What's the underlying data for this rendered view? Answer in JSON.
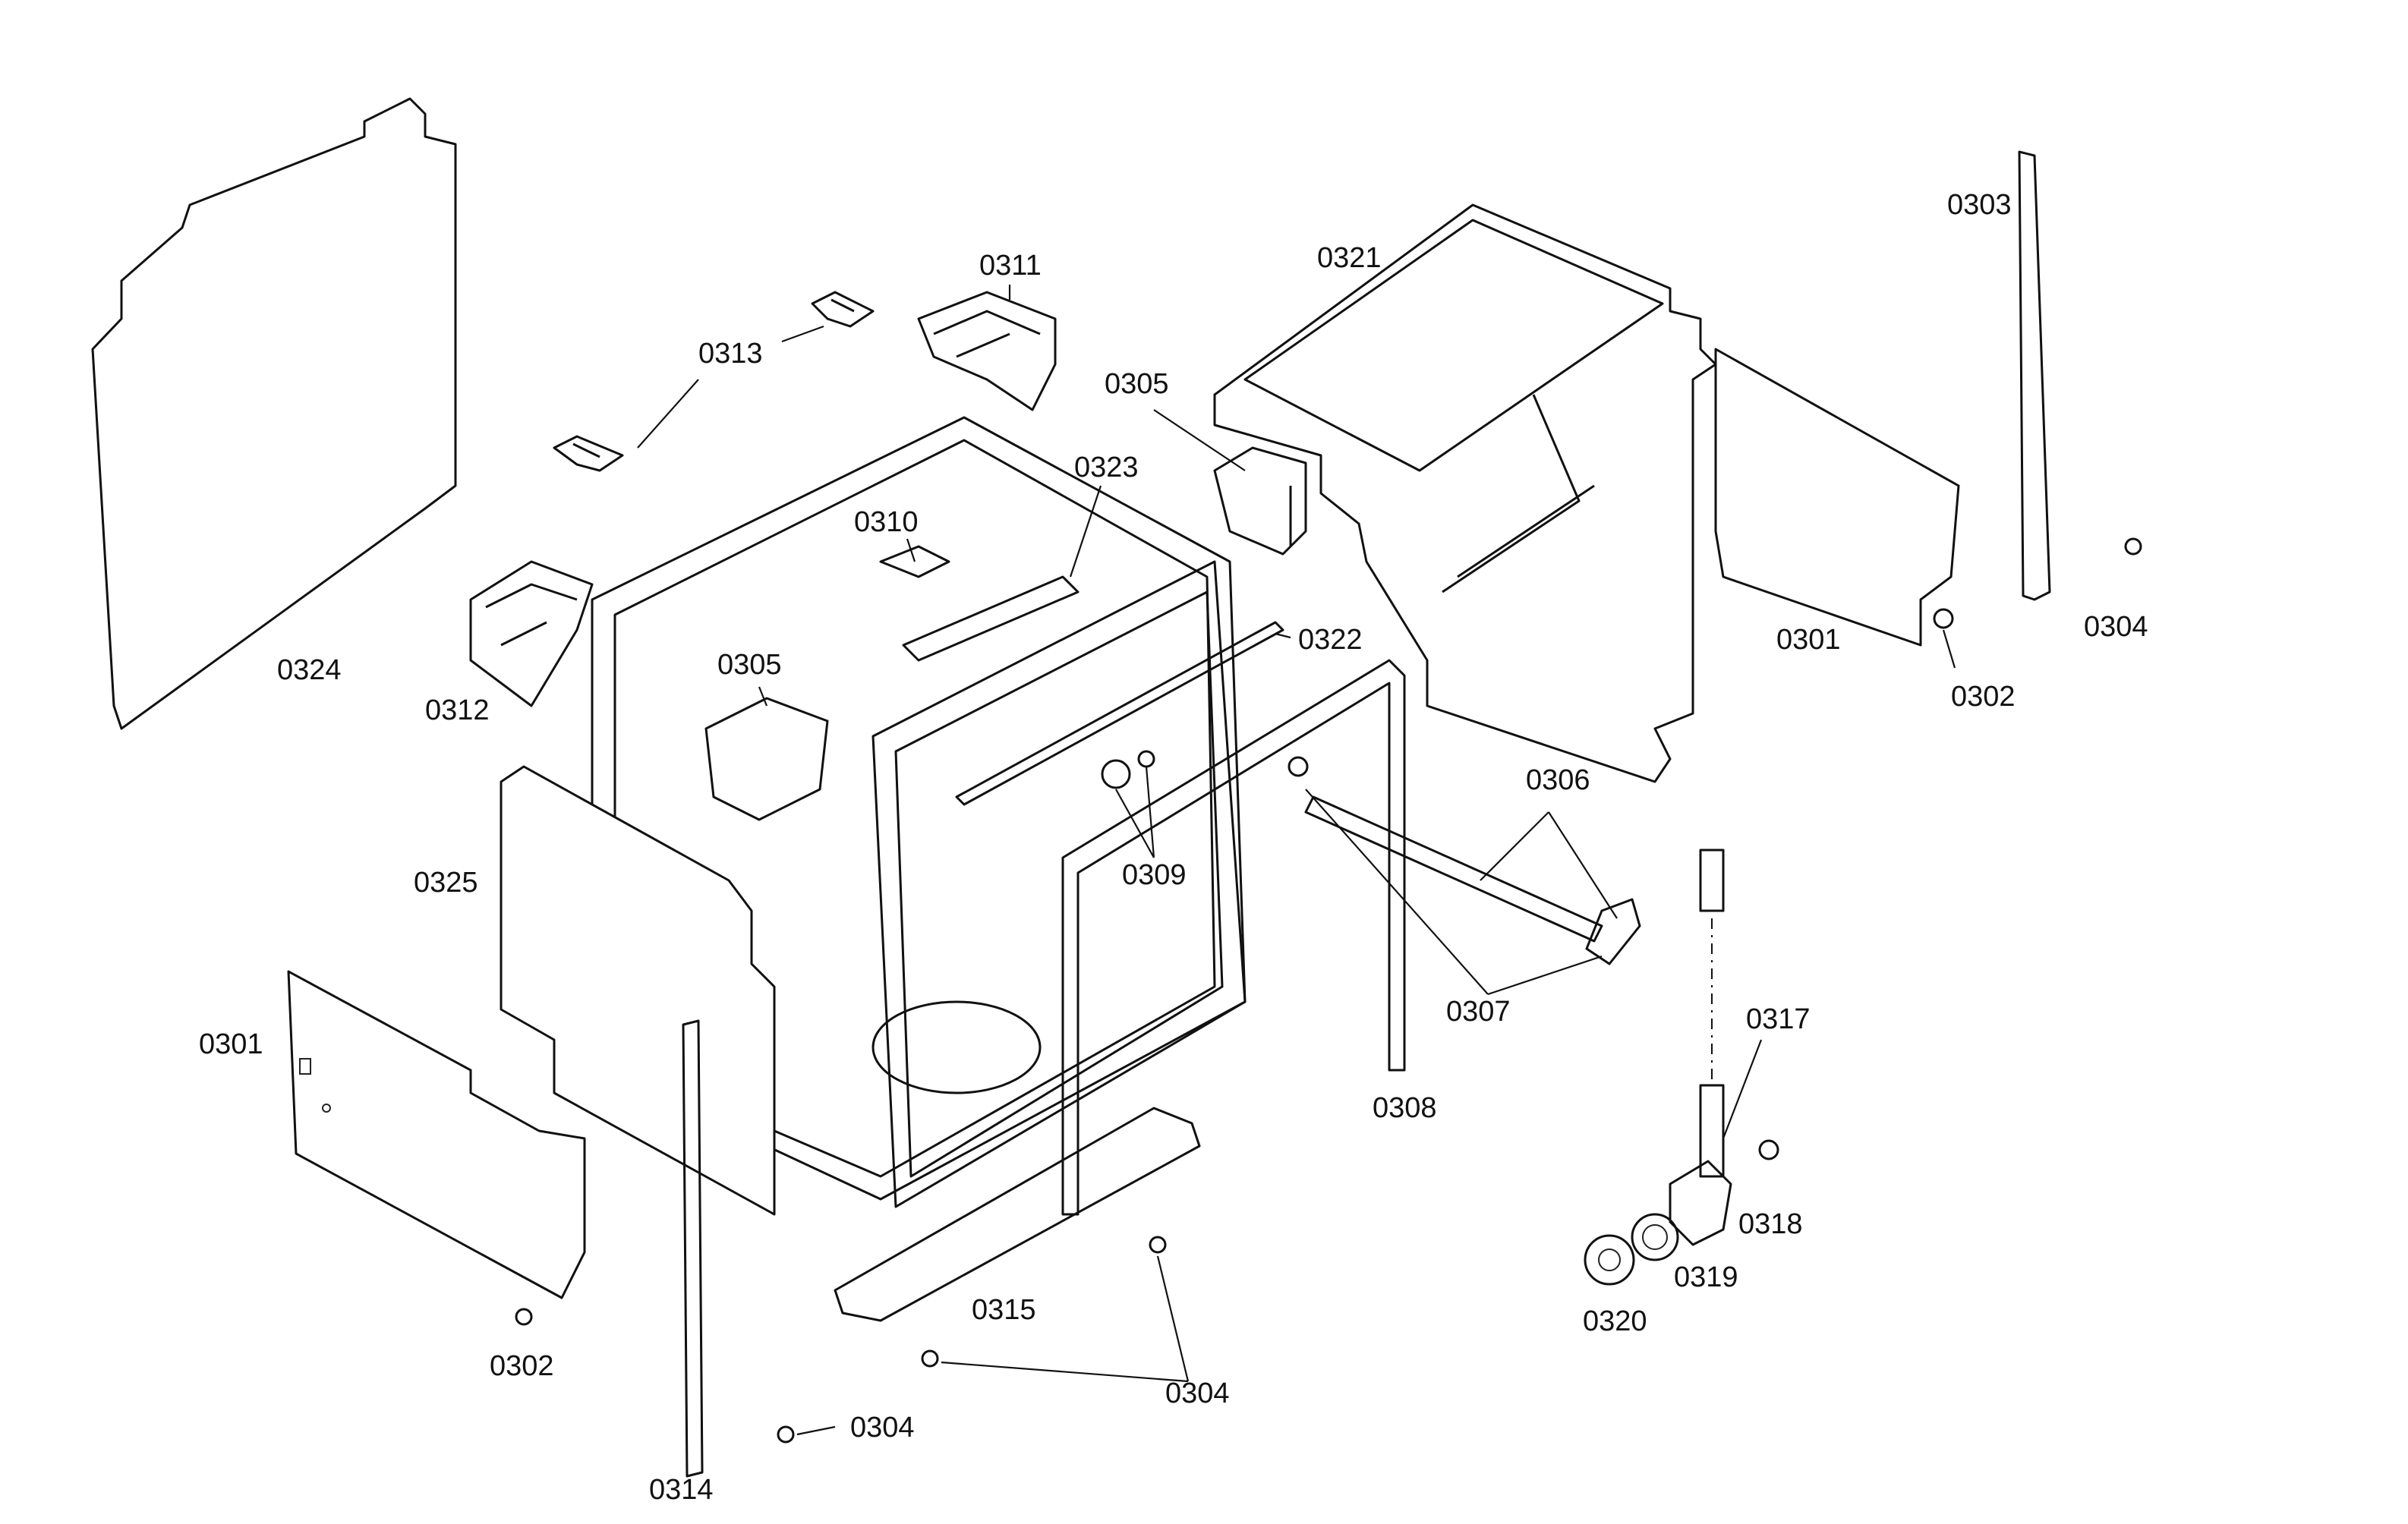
{
  "callouts": {
    "c0324": "0324",
    "c0313": "0313",
    "c0311": "0311",
    "c0312": "0312",
    "c0310": "0310",
    "c0323": "0323",
    "c0305a": "0305",
    "c0305b": "0305",
    "c0321": "0321",
    "c0303": "0303",
    "c0322": "0322",
    "c0301a": "0301",
    "c0302a": "0302",
    "c0304a": "0304",
    "c0306": "0306",
    "c0309": "0309",
    "c0307": "0307",
    "c0308": "0308",
    "c0325": "0325",
    "c0301b": "0301",
    "c0317": "0317",
    "c0318": "0318",
    "c0319": "0319",
    "c0320": "0320",
    "c0315": "0315",
    "c0304b": "0304",
    "c0302b": "0302",
    "c0304c": "0304",
    "c0314": "0314"
  }
}
